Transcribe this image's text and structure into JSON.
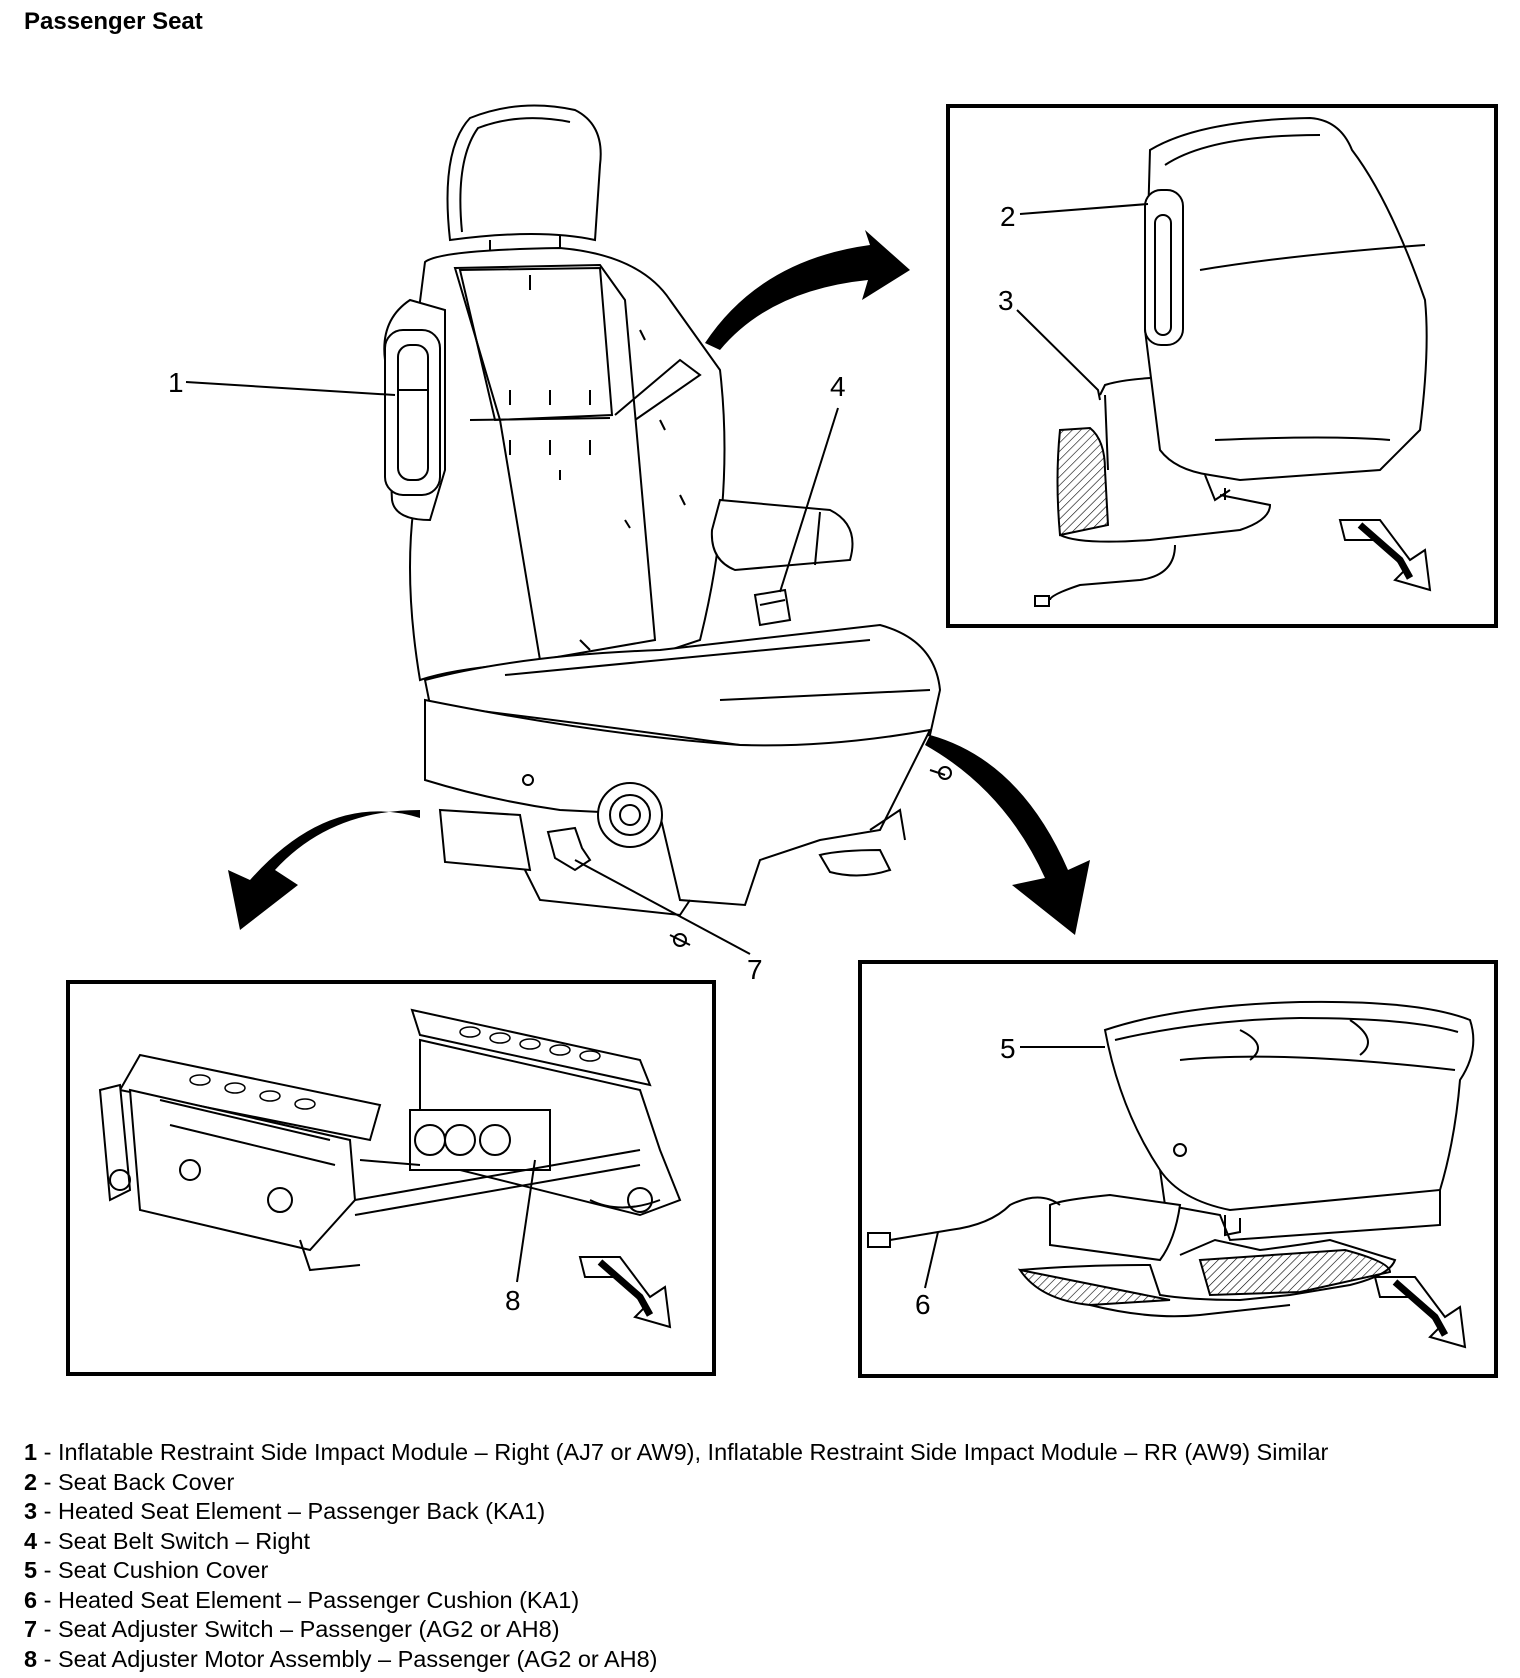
{
  "title": "Passenger Seat",
  "callouts": [
    "1",
    "2",
    "3",
    "4",
    "5",
    "6",
    "7",
    "8"
  ],
  "legend": [
    {
      "number": "1",
      "sep": " - ",
      "text": "Inflatable Restraint Side Impact Module – Right (AJ7 or AW9), Inflatable Restraint Side Impact Module – RR (AW9) Similar"
    },
    {
      "number": "2",
      "sep": " - ",
      "text": "Seat Back Cover"
    },
    {
      "number": "3",
      "sep": " - ",
      "text": "Heated Seat Element – Passenger Back (KA1)"
    },
    {
      "number": "4",
      "sep": " - ",
      "text": "Seat Belt Switch – Right"
    },
    {
      "number": "5",
      "sep": " - ",
      "text": "Seat Cushion Cover"
    },
    {
      "number": "6",
      "sep": " - ",
      "text": "Heated Seat Element – Passenger Cushion (KA1)"
    },
    {
      "number": "7",
      "sep": " - ",
      "text": "Seat Adjuster Switch – Passenger (AG2 or AH8)"
    },
    {
      "number": "8",
      "sep": " - ",
      "text": "Seat Adjuster Motor Assembly – Passenger (AG2 or AH8)"
    }
  ]
}
